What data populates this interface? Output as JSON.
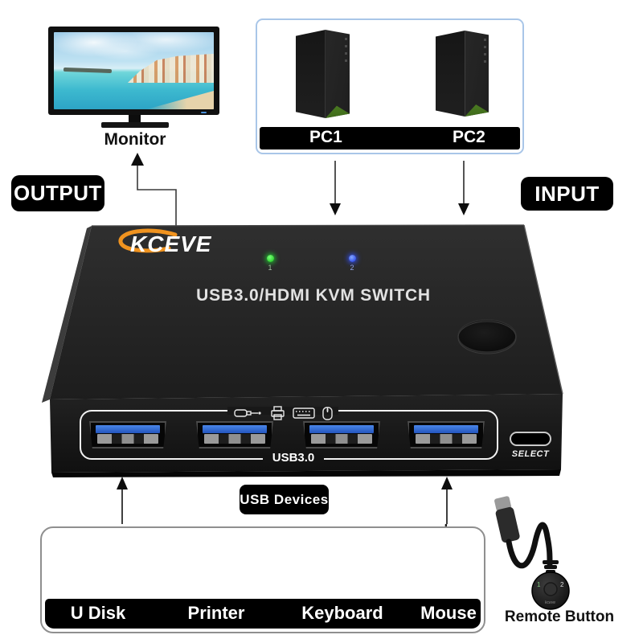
{
  "diagram": {
    "output_label": "OUTPUT",
    "input_label": "INPUT",
    "monitor": {
      "label": "Monitor"
    },
    "pcs": {
      "pc1": "PC1",
      "pc2": "PC2"
    },
    "switch": {
      "brand": "KCEVE",
      "title": "USB3.0/HDMI KVM SWITCH",
      "led1": "1",
      "led2": "2",
      "front_label": "USB3.0",
      "select_label": "SELECT"
    },
    "usb_devices": {
      "badge": "USB Devices",
      "labels": [
        "U Disk",
        "Printer",
        "Keyboard",
        "Mouse"
      ]
    },
    "remote": {
      "label": "Remote Button",
      "mark1": "1",
      "mark2": "2"
    }
  },
  "colors": {
    "led1_green": "#1ed42f",
    "led2_blue": "#2745ff",
    "usb_port_blue": "#2f6de0",
    "logo_orange": "#f0931f",
    "pc_box_border": "#a9c6e8",
    "devices_box_border": "#8f8f8f",
    "badge_bg": "#000000"
  }
}
